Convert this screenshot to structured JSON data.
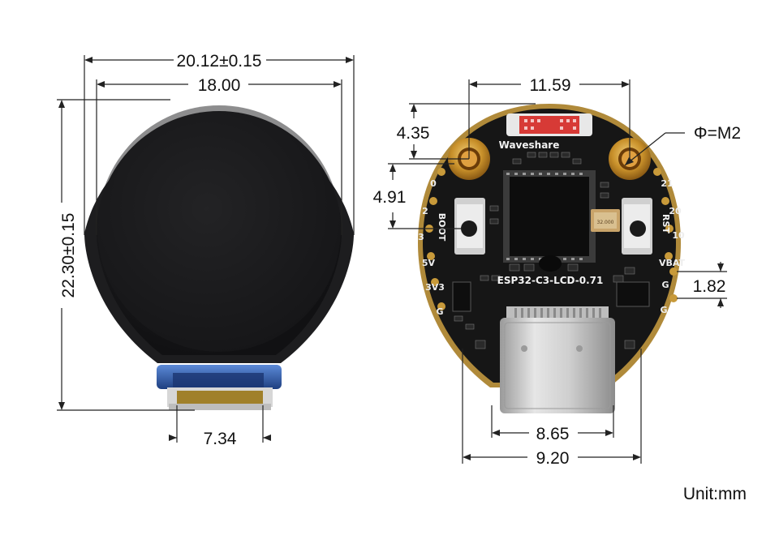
{
  "dimensions": {
    "display_width_total": "20.12±0.15",
    "display_width_active": "18.00",
    "display_height_total": "22.30±0.15",
    "fpc_width": "7.34",
    "hole_spacing": "11.59",
    "hole_top_offset": "4.35",
    "hole_to_button": "4.91",
    "pin_pitch": "1.82",
    "usb_width": "8.65",
    "usb_outer_width": "9.20",
    "hole_size": "Φ=M2"
  },
  "board": {
    "brand": "Waveshare",
    "model": "ESP32-C3-LCD-0.71",
    "boot_label": "BOOT",
    "rst_label": "RST",
    "crystal_label": "32.000",
    "left_pins": [
      "0",
      "2",
      "3",
      "5V",
      "3V3",
      "G"
    ],
    "right_pins": [
      "21",
      "20",
      "10",
      "VBAT",
      "G",
      "G"
    ]
  },
  "unit_label": "Unit:mm",
  "colors": {
    "pcb": "#161616",
    "gold": "#c89a3a",
    "screen": "#1c1c1e",
    "screen_edge": "#2c2c2e",
    "fpc_blue": "#2f5fae"
  }
}
